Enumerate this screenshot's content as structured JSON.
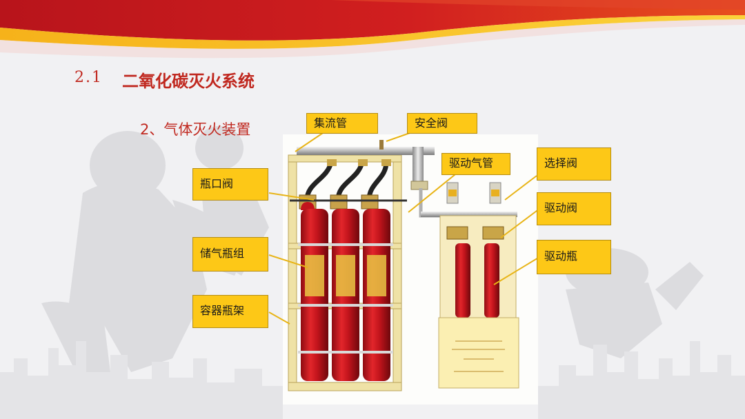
{
  "heading": {
    "number": "2.1",
    "title": "二氧化碳灭火系统"
  },
  "subheading": "2、气体灭火装置",
  "labels": {
    "manifold": "集流管",
    "safety_valve": "安全阀",
    "drive_gas_pipe": "驱动气管",
    "selector_valve": "选择阀",
    "cylinder_valve": "瓶口阀",
    "drive_valve": "驱动阀",
    "cylinder_group": "储气瓶组",
    "drive_cylinder": "驱动瓶",
    "cylinder_rack": "容器瓶架"
  },
  "colors": {
    "accent": "#c0281f",
    "callout_fill": "#fdc817",
    "cylinder_red": "#c2141c"
  }
}
